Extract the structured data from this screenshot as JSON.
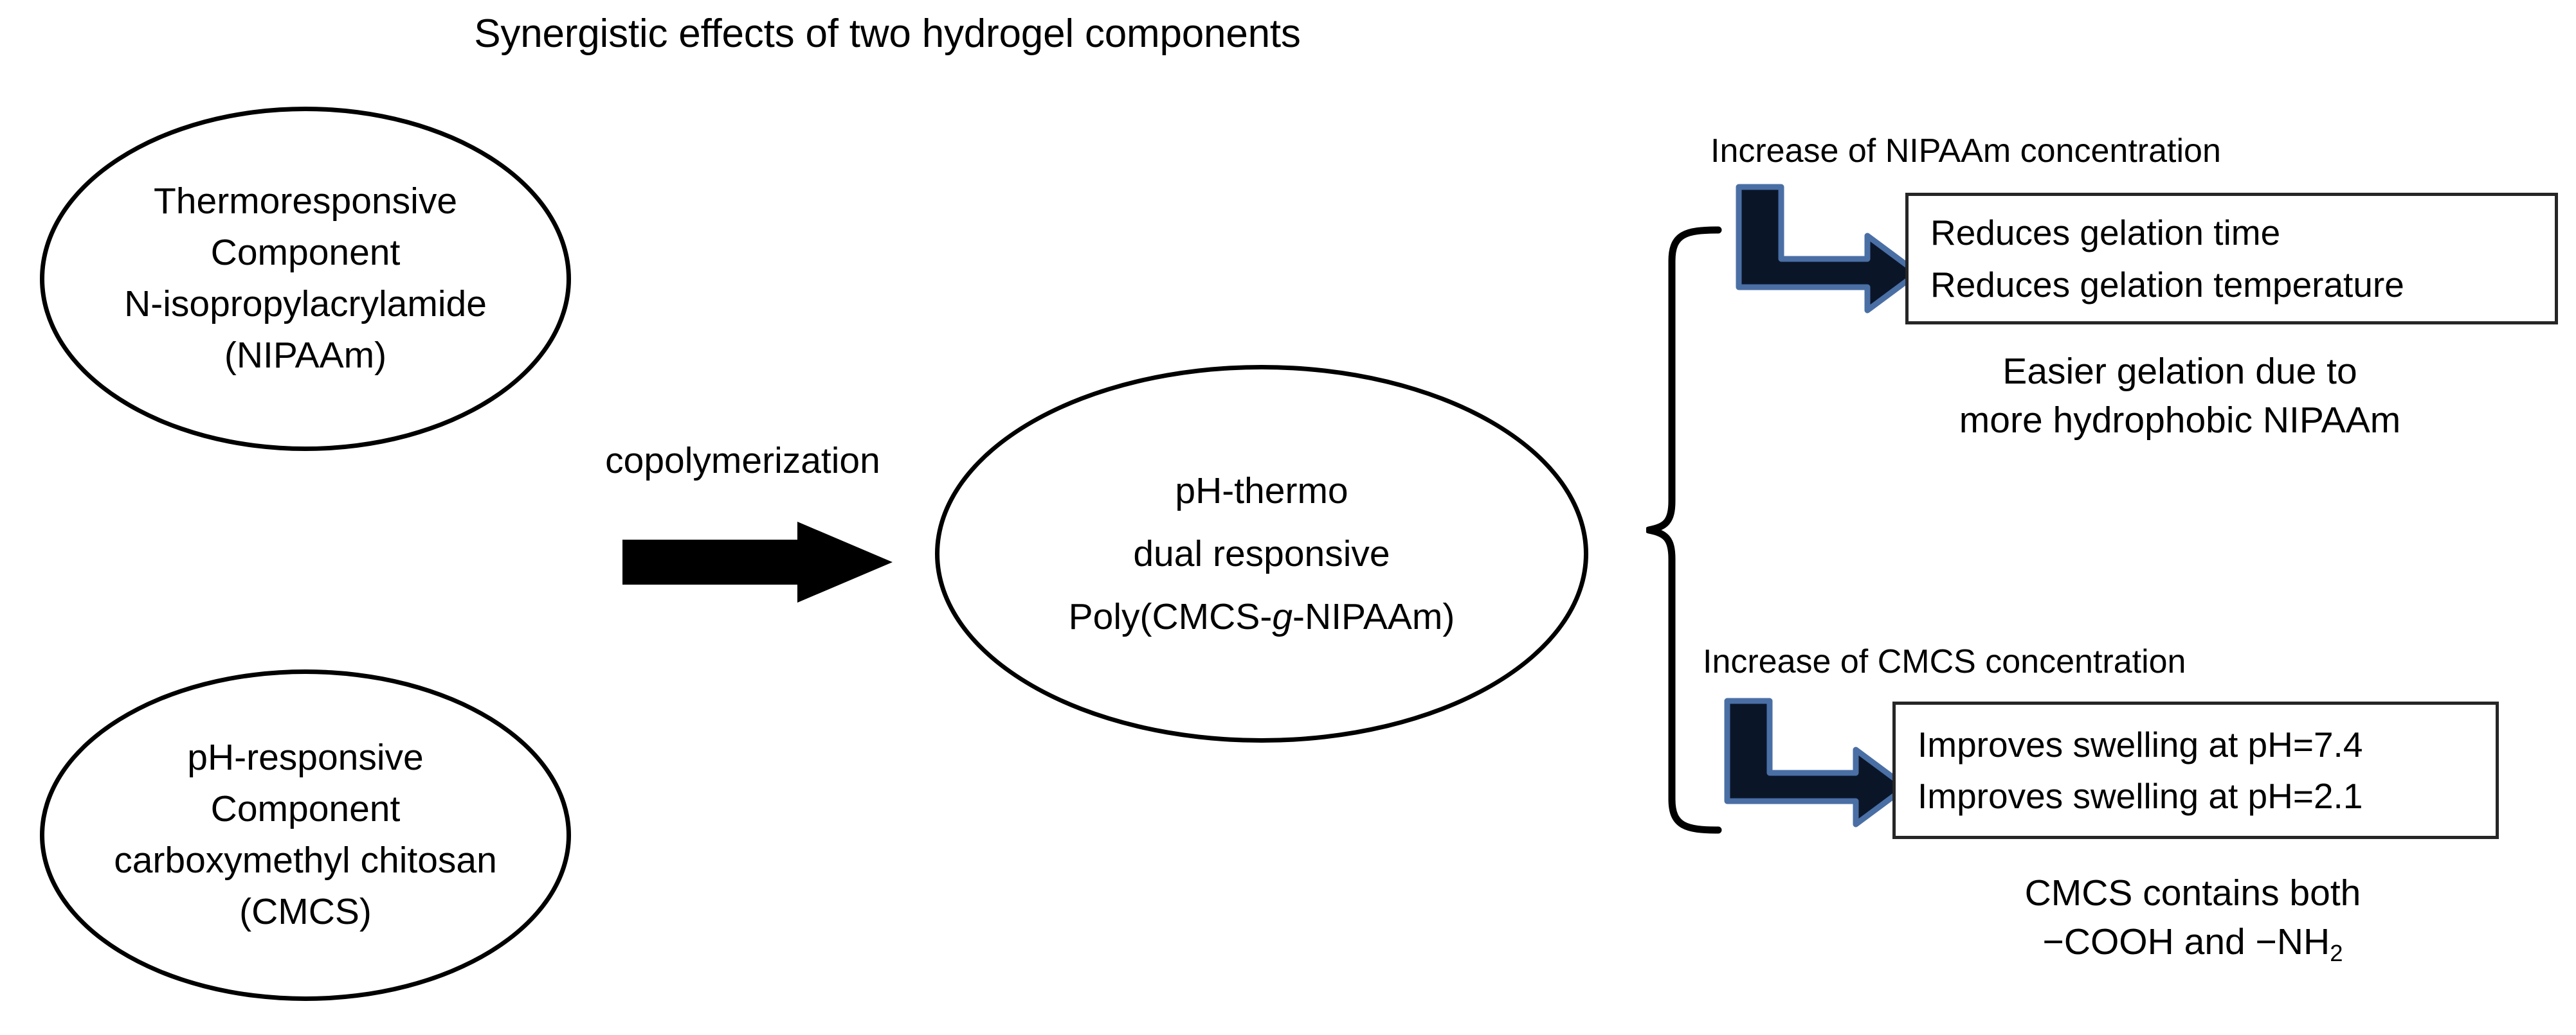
{
  "title": "Synergistic effects of two hydrogel components",
  "nodes": {
    "thermoresponsive": {
      "line1": "Thermoresponsive",
      "line2": "Component",
      "line3": "N-isopropylacrylamide",
      "line4": "(NIPAAm)"
    },
    "ph_responsive": {
      "line1": "pH-responsive",
      "line2": "Component",
      "line3": "carboxymethyl chitosan",
      "line4": "(CMCS)"
    },
    "dual_responsive": {
      "line1": "pH-thermo",
      "line2": "dual responsive",
      "line3_prefix": "Poly(CMCS-",
      "line3_italic": "g",
      "line3_suffix": "-NIPAAm)"
    }
  },
  "process": {
    "arrow_label": "copolymerization"
  },
  "branches": [
    {
      "heading": "Increase of NIPAAm concentration",
      "outcomes": [
        "Reduces gelation time",
        "Reduces gelation temperature"
      ],
      "caption_line1": "Easier gelation due to",
      "caption_line2": "more hydrophobic NIPAAm"
    },
    {
      "heading": "Increase of CMCS concentration",
      "outcomes": [
        "Improves swelling at pH=7.4",
        "Improves swelling at pH=2.1"
      ],
      "caption_line1": "CMCS contains both",
      "caption_line2_prefix": "−COOH and −NH",
      "caption_line2_subscript": "2"
    }
  ],
  "colors": {
    "stroke": "#000000",
    "box_border": "#262626",
    "arrow_fill": "#000000",
    "elbow_arrow_fill": "#0a1628",
    "elbow_arrow_outline": "#4a6fa5",
    "background": "#ffffff"
  }
}
